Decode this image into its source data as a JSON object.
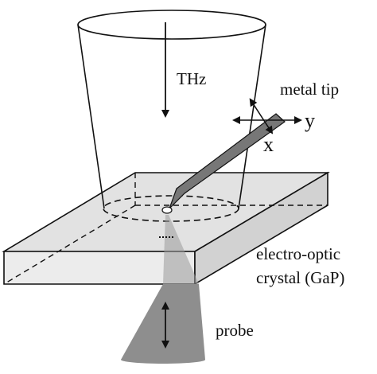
{
  "labels": {
    "beam": "THz",
    "tip": "metal tip",
    "axis_y": "y",
    "axis_x": "x",
    "crystal_line1": "electro-optic",
    "crystal_line2": "crystal (GaP)",
    "probe": "probe"
  },
  "colors": {
    "line": "#111111",
    "crystal_top": "#e2e2e2",
    "crystal_front": "#ececec",
    "crystal_side": "#d2d2d2",
    "tip_fill": "#777777",
    "probe_fill": "#8e8e8e",
    "background": "#ffffff"
  }
}
